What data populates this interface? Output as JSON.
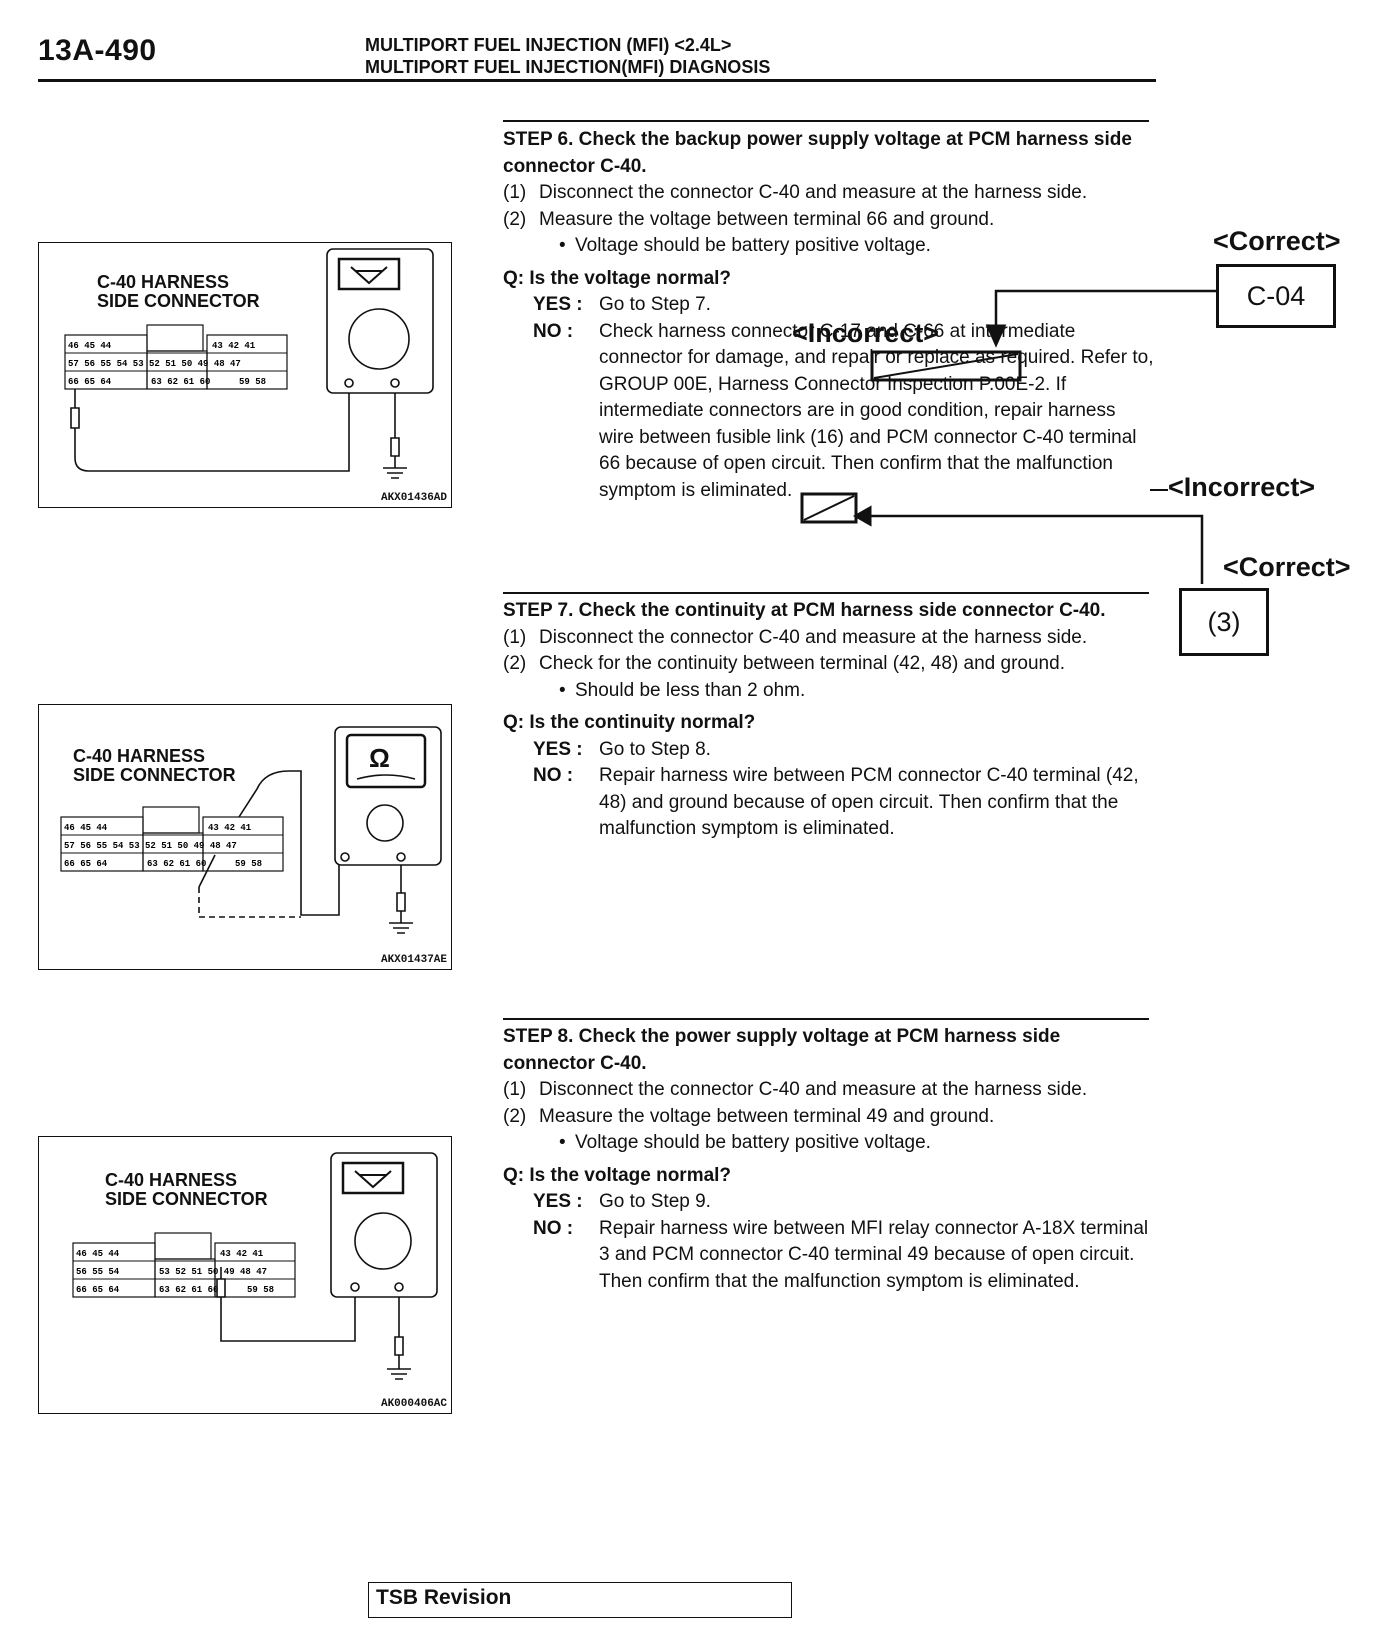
{
  "header": {
    "page_number": "13A-490",
    "title_line1": "MULTIPORT FUEL INJECTION (MFI) <2.4L>",
    "title_line2": "MULTIPORT FUEL INJECTION(MFI) DIAGNOSIS"
  },
  "figures": [
    {
      "caption1": "C-40  HARNESS",
      "caption2": "SIDE  CONNECTOR",
      "code": "AKX01436AD",
      "meter": "voltmeter-icon"
    },
    {
      "caption1": "C-40  HARNESS",
      "caption2": "SIDE CONNECTOR",
      "code": "AKX01437AE",
      "meter": "ohmmeter-icon"
    },
    {
      "caption1": "C-40  HARNESS",
      "caption2": "SIDE  CONNECTOR",
      "code": "AK000406AC",
      "meter": "voltmeter-icon"
    }
  ],
  "connector_pins": {
    "row1": [
      "46",
      "45",
      "44",
      "43",
      "42",
      "41"
    ],
    "row2": [
      "57",
      "56",
      "55",
      "54",
      "53",
      "52",
      "51",
      "50",
      "49",
      "48",
      "47"
    ],
    "row3": [
      "66",
      "65",
      "64",
      "63",
      "62",
      "61",
      "60",
      "59",
      "58"
    ]
  },
  "step6": {
    "title": "STEP 6. Check the backup power supply voltage at PCM harness side connector C-40.",
    "items": [
      {
        "num": "(1)",
        "text": "Disconnect the connector C-40 and measure at the harness side."
      },
      {
        "num": "(2)",
        "text": "Measure the voltage between terminal 66 and ground."
      }
    ],
    "bullet": "Voltage should be battery positive voltage.",
    "question": "Q: Is the voltage normal?",
    "yes_label": "YES :",
    "yes_text": "Go to Step 7.",
    "no_label": "NO :",
    "no_text": "Check harness connector C-17 and C-66 at intermediate connector for damage, and repair or replace as required. Refer to, GROUP 00E, Harness Connector Inspection P.00E-2. If intermediate connectors are in good condition, repair harness wire between fusible link (16) and PCM connector C-40 terminal 66 because of open circuit. Then confirm that the malfunction symptom is eliminated."
  },
  "step7": {
    "title": "STEP 7. Check the continuity at PCM harness side connector C-40.",
    "items": [
      {
        "num": "(1)",
        "text": "Disconnect the connector C-40 and measure at the harness side."
      },
      {
        "num": "(2)",
        "text": "Check for the continuity between terminal (42, 48) and ground."
      }
    ],
    "bullet": "Should be less than 2 ohm.",
    "question": "Q: Is the continuity normal?",
    "yes_label": "YES :",
    "yes_text": "Go to Step 8.",
    "no_label": "NO :",
    "no_text": "Repair harness wire between PCM connector C-40 terminal (42, 48) and ground because of open circuit. Then confirm that the malfunction symptom is eliminated."
  },
  "step8": {
    "title": "STEP 8. Check the power supply voltage at PCM harness side connector C-40.",
    "items": [
      {
        "num": "(1)",
        "text": "Disconnect the connector C-40 and measure at the harness side."
      },
      {
        "num": "(2)",
        "text": "Measure the voltage between terminal 49 and ground."
      }
    ],
    "bullet": "Voltage should be battery positive voltage.",
    "question": "Q: Is the voltage normal?",
    "yes_label": "YES :",
    "yes_text": "Go to Step 9.",
    "no_label": "NO :",
    "no_text": "Repair harness wire between MFI relay connector A-18X terminal 3 and PCM connector C-40 terminal 49 because of open circuit. Then confirm that the malfunction symptom is eliminated."
  },
  "annotations": {
    "correct_label": "<Correct>",
    "incorrect_label": "<Incorrect>",
    "correct_value_1": "C-04",
    "correct_value_2": "(3)"
  },
  "footer": {
    "tsb": "TSB Revision"
  }
}
